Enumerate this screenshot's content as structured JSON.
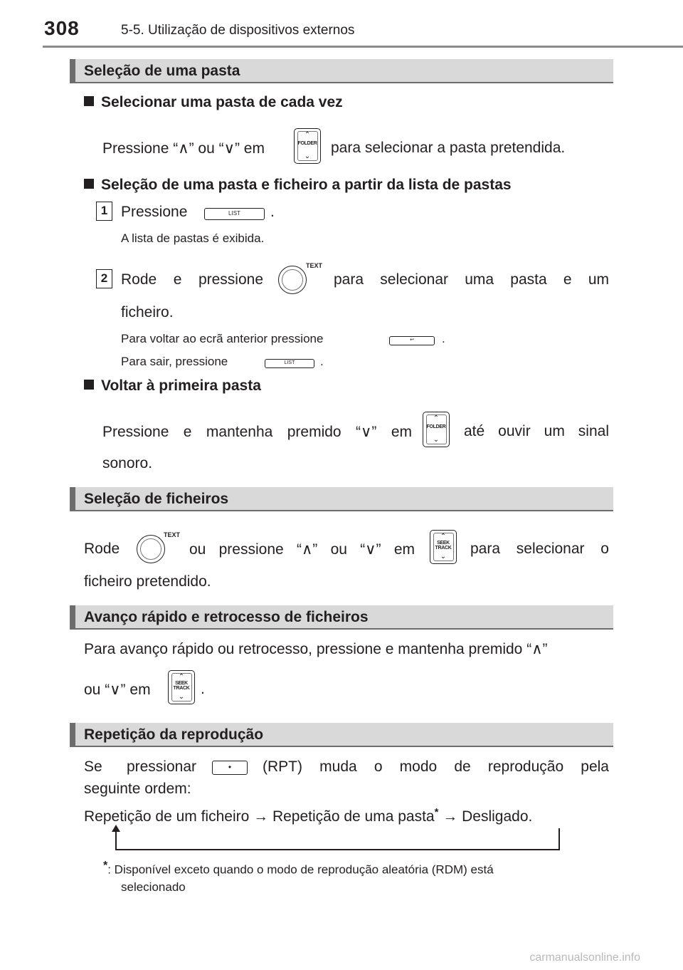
{
  "header": {
    "page_number": "308",
    "title": "5-5. Utilização de dispositivos externos"
  },
  "sections": {
    "folder": {
      "title": "Seleção de uma pasta",
      "one_at_a_time": {
        "heading": "Selecionar uma pasta de cada vez",
        "text_before": "Pressione “∧” ou “∨” em",
        "text_after": "para selecionar a pasta pretendida."
      },
      "from_list": {
        "heading": "Seleção de uma pasta e ficheiro a partir da lista de pastas",
        "step1_num": "1",
        "step1_text": "Pressione",
        "step1_end": ".",
        "step1_note": "A lista de pastas é exibida.",
        "step2_num": "2",
        "step2_line1_a": "Rode e pressione",
        "step2_line1_b": "para selecionar uma pasta e um",
        "step2_line2": "ficheiro.",
        "back_note": "Para voltar ao ecrã anterior pressione",
        "back_end": ".",
        "exit_note": "Para sair, pressione",
        "exit_end": "."
      },
      "first_folder": {
        "heading": "Voltar à primeira pasta",
        "line1_a": "Pressione e mantenha premido “∨” em",
        "line1_b": "até ouvir um sinal",
        "line2": "sonoro."
      }
    },
    "files": {
      "title": "Seleção de ficheiros",
      "line1_a": "Rode",
      "line1_b": "ou pressione “∧” ou “∨” em",
      "line1_c": "para selecionar o",
      "line2": "ficheiro pretendido."
    },
    "fast": {
      "title": "Avanço rápido e retrocesso de ficheiros",
      "line1": "Para avanço rápido ou retrocesso, pressione e mantenha premido “∧”",
      "line2_a": "ou “∨” em",
      "line2_b": "."
    },
    "repeat": {
      "title": "Repetição da reprodução",
      "line1_a": "Se pressionar",
      "line1_b": "(RPT) muda o modo de reprodução pela",
      "line2": "seguinte ordem:",
      "sequence": "Repetição de um ficheiro → Repetição de uma pasta",
      "sequence_star": "*",
      "sequence_end": " → Desligado.",
      "footnote_star": "*",
      "footnote_line1": ": Disponível exceto quando o modo de reprodução aleatória (RDM) está",
      "footnote_line2": "selecionado"
    }
  },
  "buttons": {
    "folder_label_1": "FOLDER",
    "seek_label_1": "SEEK",
    "seek_label_2": "TRACK",
    "list_label": "LIST",
    "back_symbol": "↩",
    "rpt_symbol": "•",
    "up_symbol": "⌃",
    "down_symbol": "⌄",
    "knob_label": "TEXT"
  },
  "footer": {
    "watermark": "carmanualsonline.info"
  }
}
